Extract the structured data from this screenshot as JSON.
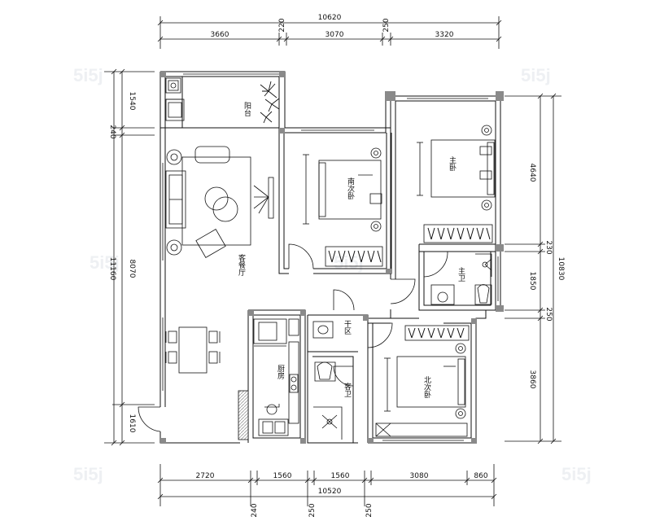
{
  "dimensions": {
    "top_total": "10620",
    "top_segments": [
      "3660",
      "220",
      "3070",
      "250",
      "3320"
    ],
    "bottom_segments": [
      "2720",
      "1560",
      "1560",
      "3080",
      "860"
    ],
    "bottom_small": [
      "240",
      "250",
      "250"
    ],
    "bottom_total": "10520",
    "left_segments": [
      "1540",
      "240",
      "8070",
      "1610"
    ],
    "left_total": "11160",
    "right_segments": [
      "4640",
      "230",
      "1850",
      "250",
      "3860"
    ],
    "right_total": "10830"
  },
  "rooms": {
    "balcony": "阳台",
    "living_dining": "客餐厅",
    "second_bed_south": "南次卧",
    "master_bed": "主卧",
    "master_bath": "主卫",
    "dry_area": "干区",
    "kitchen": "厨房",
    "guest_bath": "客卫",
    "second_bed_north": "北次卧"
  },
  "watermark": "5i5j",
  "colors": {
    "line": "#111111",
    "wall": "#8a8a8a",
    "watermark": "#cfd6de"
  }
}
